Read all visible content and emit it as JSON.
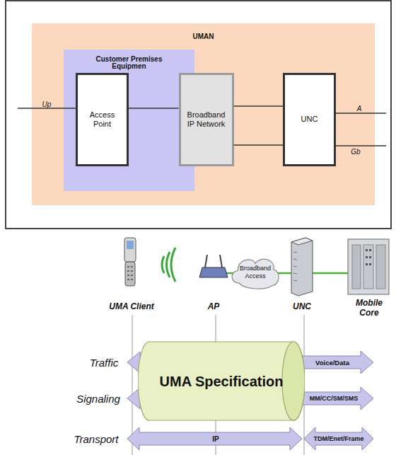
{
  "diagram": {
    "nodes": [
      {
        "text": [
          "UMAN"
        ]
      },
      {
        "text": [
          "Customer Premises Equipmen"
        ],
        "in": 0
      },
      {
        "text": [
          "Access Point"
        ],
        "in": 1
      },
      {
        "text": [
          "Broadband IP Network"
        ],
        "in": 0
      },
      {
        "text": [
          "UNC"
        ],
        "in": 0
      },
      {
        "text": [
          "Broadband Access"
        ]
      },
      {
        "text": [
          "UMA Specification"
        ]
      }
    ],
    "edges": [
      {
        "from": 2,
        "to": 3,
        "arrow": "none"
      },
      {
        "from": 3,
        "to": 4,
        "arrow": "none"
      },
      {
        "from": 3,
        "to": 4,
        "arrow": "none"
      }
    ],
    "labels": [
      "Up",
      "A",
      "Gb",
      "UMA Client",
      "AP",
      "UNC",
      "Mobile Core",
      "Traffic",
      "Signaling",
      "Transport",
      "Voice/Data",
      "MM/CC/SM/SMS",
      "IP",
      "TDM/Enet/Frame"
    ]
  }
}
